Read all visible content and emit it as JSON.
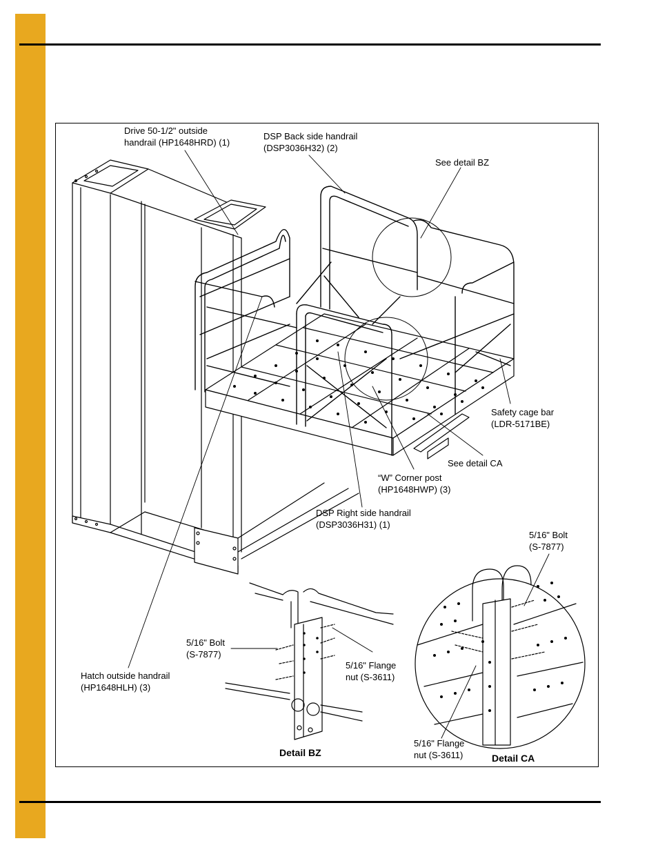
{
  "colors": {
    "accent_strip": "#e8a81f",
    "rule": "#000000"
  },
  "callouts": {
    "drive_rail": [
      "Drive 50-1/2\" outside",
      "handrail (HP1648HRD) (1)"
    ],
    "back_rail": [
      "DSP Back side handrail",
      "(DSP3036H32) (2)"
    ],
    "see_bz": "See detail BZ",
    "cage_bar": [
      "Safety cage bar",
      "(LDR-5171BE)"
    ],
    "see_ca": "See detail CA",
    "corner_post": [
      "“W” Corner post",
      "(HP1648HWP) (3)"
    ],
    "right_rail": [
      "DSP Right side handrail",
      "(DSP3036H31) (1)"
    ],
    "hatch_rail": [
      "Hatch outside handrail",
      "(HP1648HLH) (3)"
    ]
  },
  "detail_bz": {
    "title": "Detail BZ",
    "bolt": [
      "5/16\" Bolt",
      "(S-7877)"
    ],
    "nut": [
      "5/16\" Flange",
      "nut (S-3611)"
    ]
  },
  "detail_ca": {
    "title": "Detail CA",
    "bolt": [
      "5/16\" Bolt",
      "(S-7877)"
    ],
    "nut": [
      "5/16\" Flange",
      "nut (S-3611)"
    ]
  }
}
